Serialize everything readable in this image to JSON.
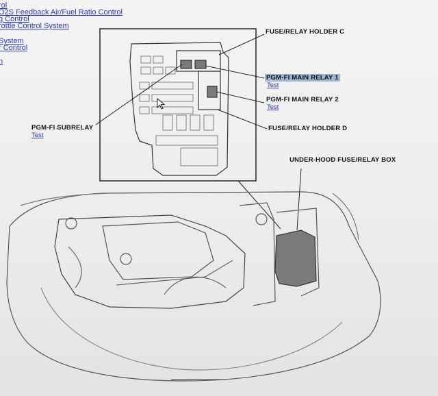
{
  "nav": {
    "links": [
      {
        "label": "rol"
      },
      {
        "label": "O2S Feedback Air/Fuel Ratio Control"
      },
      {
        "label": "g Control"
      },
      {
        "label": "rottle Control System"
      },
      {
        "label": "System"
      },
      {
        "label": "r Control"
      },
      {
        "label": "n"
      }
    ]
  },
  "diagram": {
    "labels": {
      "fuse_relay_holder_c": "FUSE/RELAY HOLDER C",
      "pgm_fi_main_relay_1": "PGM-FI MAIN RELAY 1",
      "pgm_fi_main_relay_2": "PGM-FI MAIN RELAY 2",
      "fuse_relay_holder_d": "FUSE/RELAY HOLDER D",
      "pgm_fi_subrelay": "PGM-FI SUBRELAY",
      "under_hood_fuse_relay_box": "UNDER-HOOD FUSE/RELAY BOX"
    },
    "test_link": "Test"
  },
  "colors": {
    "link": "#2b35c9",
    "highlight": "#9db6d4",
    "box_fill": "#7a7a7a"
  }
}
